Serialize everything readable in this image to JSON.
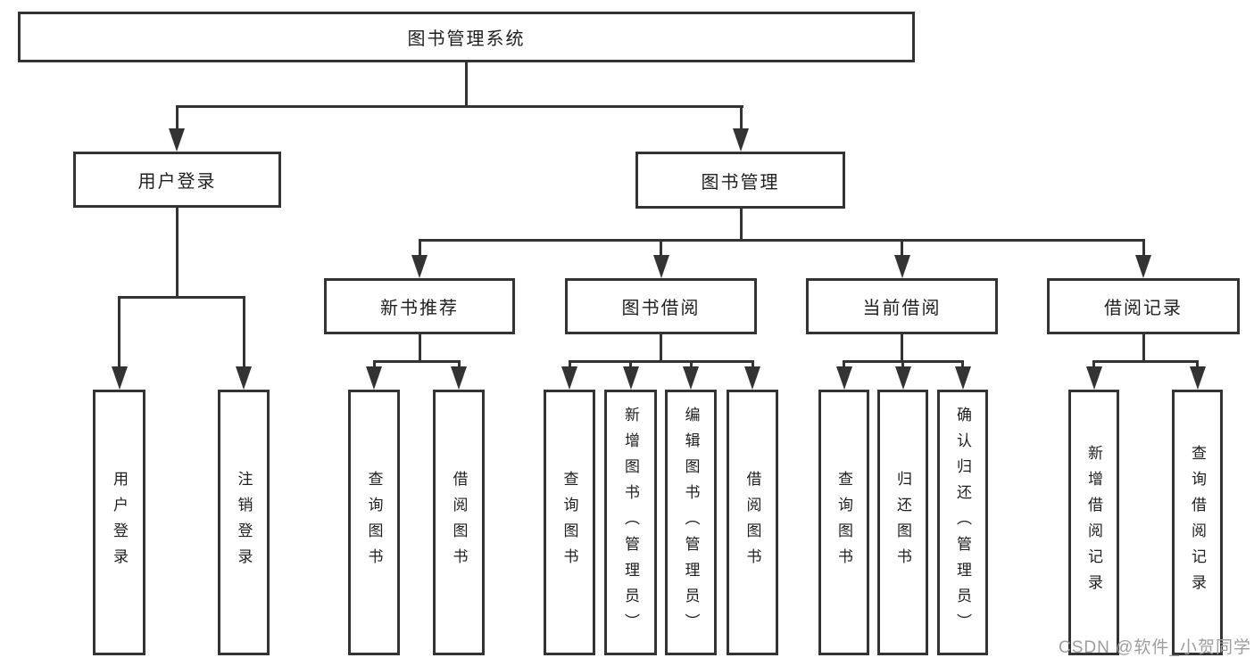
{
  "nodes": {
    "root": "图书管理系统",
    "user_login": "用户登录",
    "book_mgmt": "图书管理",
    "new_book_rec": "新书推荐",
    "book_borrow": "图书借阅",
    "current_borrow": "当前借阅",
    "borrow_record": "借阅记录",
    "leaf_user_login": "用户登录",
    "leaf_logout": "注销登录",
    "leaf_rec_query": "查询图书",
    "leaf_rec_borrow": "借阅图书",
    "leaf_bb_query": "查询图书",
    "leaf_bb_add": "新增图书（管理员）",
    "leaf_bb_edit": "编辑图书（管理员）",
    "leaf_bb_borrow": "借阅图书",
    "leaf_cb_query": "查询图书",
    "leaf_cb_return": "归还图书",
    "leaf_cb_confirm": "确认归还（管理员）",
    "leaf_br_add": "新增借阅记录",
    "leaf_br_query": "查询借阅记录"
  },
  "watermark": "CSDN @软件_小贺同学",
  "colors": {
    "line": "#333333",
    "text": "#1f1f1f",
    "watermark": "#9e9e9e",
    "background": "#ffffff"
  }
}
